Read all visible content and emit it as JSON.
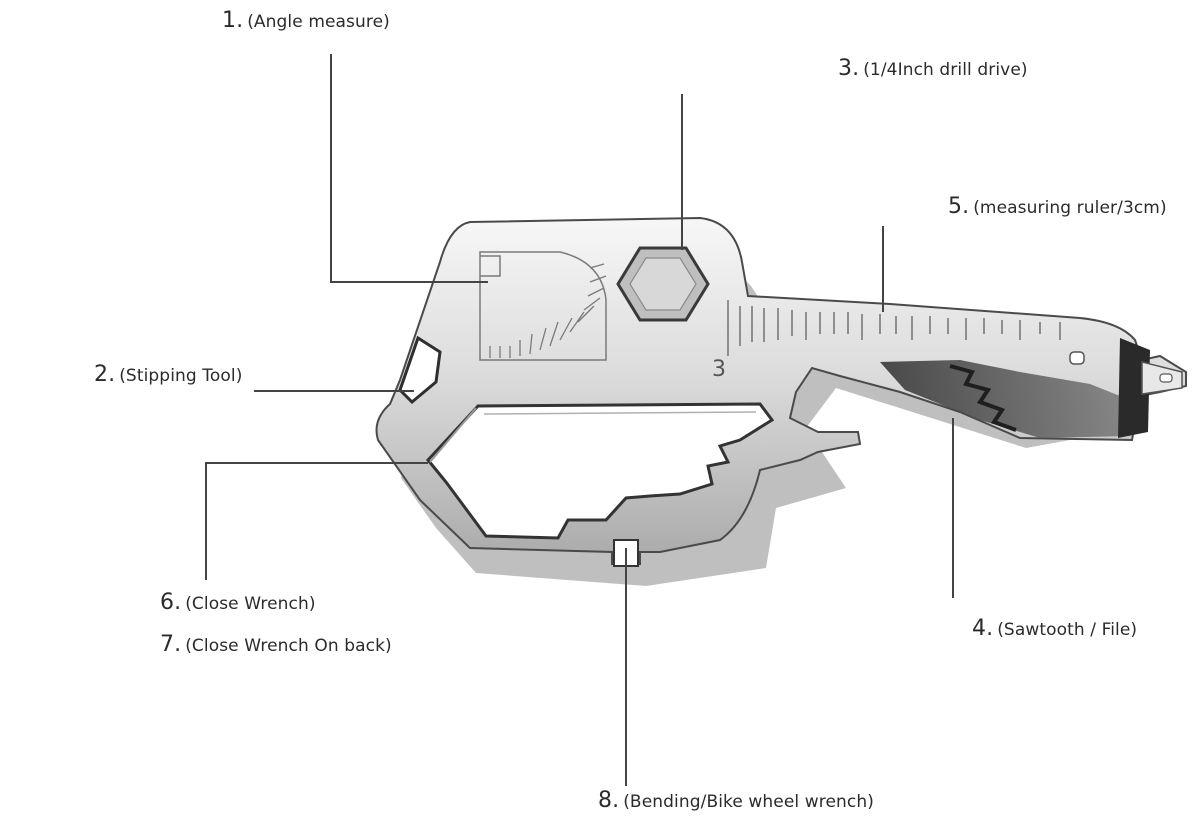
{
  "colors": {
    "metal_light": "#f2f2f2",
    "metal_mid": "#c9c9c9",
    "metal_dark": "#6e6e6e",
    "edge": "#3a3a3a",
    "leader": "#444444",
    "text": "#2b2b2b"
  },
  "callouts": [
    {
      "id": "angle-measure",
      "num": "1.",
      "label": "(Angle measure)"
    },
    {
      "id": "stripping-tool",
      "num": "2.",
      "label": "(Stipping Tool)"
    },
    {
      "id": "drill-drive",
      "num": "3.",
      "label": "(1/4Inch drill drive)"
    },
    {
      "id": "sawtooth-file",
      "num": "4.",
      "label": "(Sawtooth / File)"
    },
    {
      "id": "measuring-ruler",
      "num": "5.",
      "label": "(measuring ruler/3cm)"
    },
    {
      "id": "close-wrench",
      "num": "6.",
      "label": "(Close Wrench)"
    },
    {
      "id": "close-wrench-back",
      "num": "7.",
      "label": "(Close Wrench On back)"
    },
    {
      "id": "bike-wheel-wrench",
      "num": "8.",
      "label": "(Bending/Bike wheel wrench)"
    }
  ],
  "tool_markings": {
    "ruler_number": "3"
  }
}
